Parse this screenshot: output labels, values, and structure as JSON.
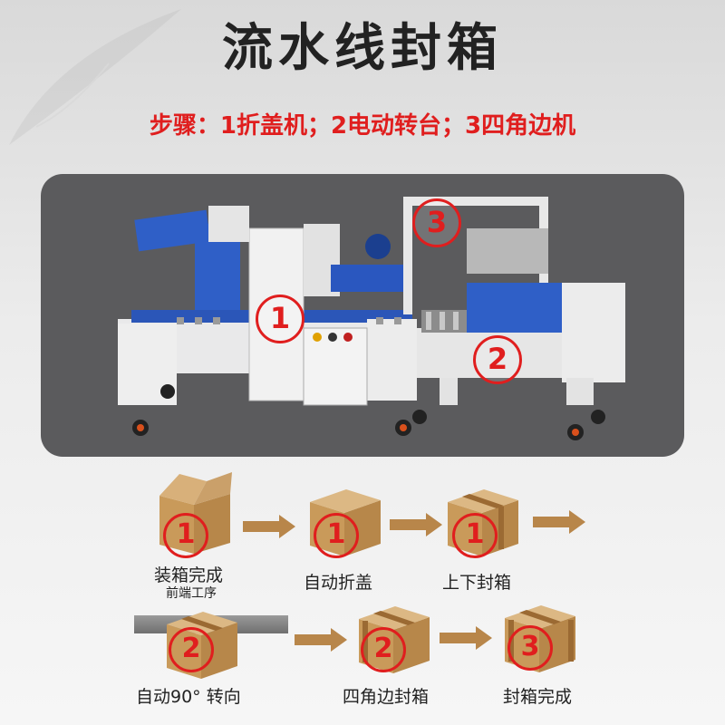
{
  "title": "流水线封箱",
  "subtitle": "步骤：1折盖机；2电动转台；3四角边机",
  "machine": {
    "markers": [
      "1",
      "2",
      "3"
    ]
  },
  "flow": {
    "row1": [
      {
        "marker": "1",
        "label": "装箱完成",
        "sublabel": "前端工序"
      },
      {
        "marker": "1",
        "label": "自动折盖"
      },
      {
        "marker": "1",
        "label": "上下封箱"
      }
    ],
    "row2": [
      {
        "marker": "2",
        "label": "自动90°  转向"
      },
      {
        "marker": "2",
        "label": "四角边封箱"
      },
      {
        "marker": "3",
        "label": "封箱完成"
      }
    ]
  },
  "colors": {
    "accent_red": "#e01e1e",
    "panel_bg": "#5b5b5d",
    "box_tan": "#c9a36b",
    "arrow_tan": "#b8864a"
  }
}
